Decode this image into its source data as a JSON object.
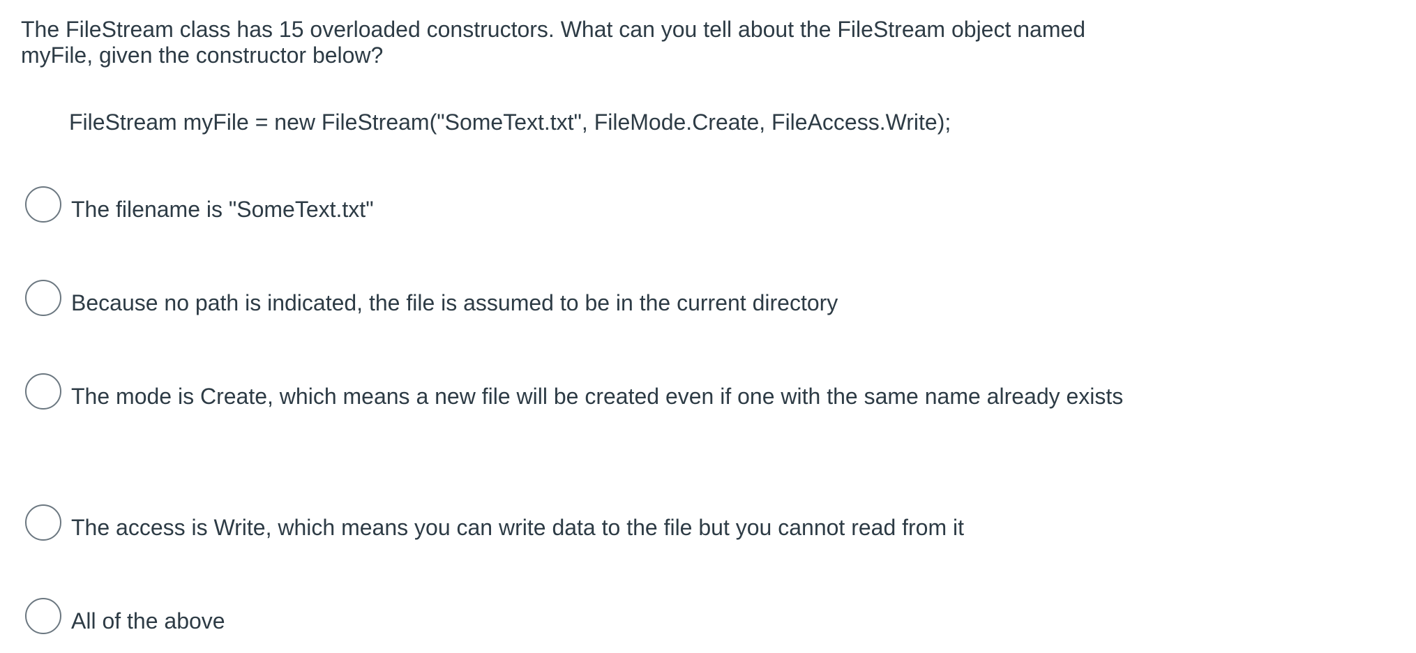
{
  "question": {
    "prompt": "The FileStream class has 15 overloaded constructors. What can you tell about the FileStream object named myFile, given the constructor below?",
    "code": "FileStream myFile = new FileStream(\"SomeText.txt\", FileMode.Create, FileAccess.Write);"
  },
  "options": [
    {
      "label": "The filename is \"SomeText.txt\""
    },
    {
      "label": "Because no path is indicated, the file is assumed to be in the current directory"
    },
    {
      "label": "The mode is Create, which means a new file will be created even if one with the same name already exists"
    },
    {
      "label": "The access is Write, which means you can write data to the file but you cannot read from it"
    },
    {
      "label": "All of the above"
    }
  ],
  "colors": {
    "text": "#2d3b45",
    "radio_border": "#6b7780",
    "background": "#ffffff"
  }
}
